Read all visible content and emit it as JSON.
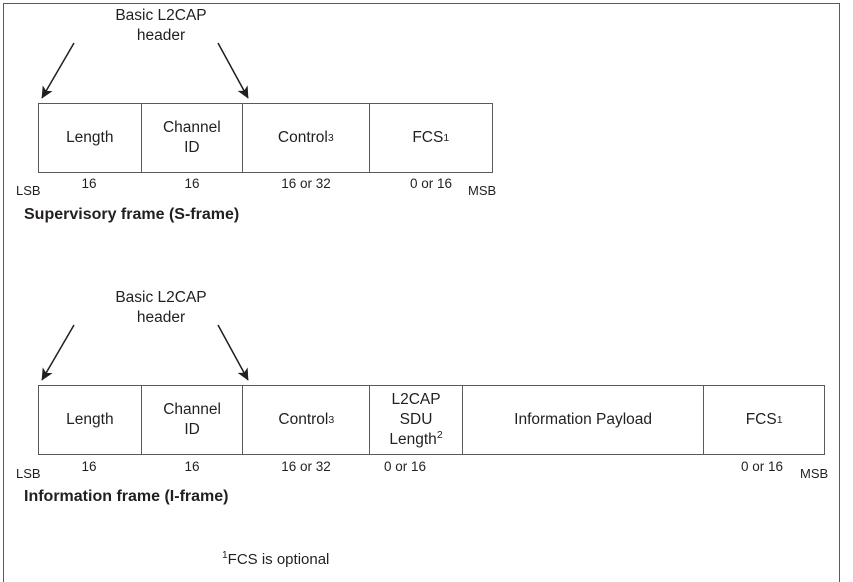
{
  "diagrams": [
    {
      "id": "s-frame",
      "callout": "Basic L2CAP\nheader",
      "caption": "Supervisory frame (S-frame)",
      "lsb_label": "LSB",
      "msb_label": "MSB",
      "cells": [
        {
          "name": "length",
          "text": "Length",
          "sup": "",
          "bits": "16"
        },
        {
          "name": "channel-id",
          "text": "Channel\nID",
          "sup": "",
          "bits": "16"
        },
        {
          "name": "control",
          "text": "Control",
          "sup": "3",
          "bits": "16 or 32"
        },
        {
          "name": "fcs",
          "text": "FCS",
          "sup": "1",
          "bits": "0 or 16"
        }
      ]
    },
    {
      "id": "i-frame",
      "callout": "Basic L2CAP\nheader",
      "caption": "Information frame (I-frame)",
      "lsb_label": "LSB",
      "msb_label": "MSB",
      "cells": [
        {
          "name": "length",
          "text": "Length",
          "sup": "",
          "bits": "16"
        },
        {
          "name": "channel-id",
          "text": "Channel\nID",
          "sup": "",
          "bits": "16"
        },
        {
          "name": "control",
          "text": "Control",
          "sup": "3",
          "bits": "16 or 32"
        },
        {
          "name": "l2cap-sdu-length",
          "text": "L2CAP\nSDU\nLength",
          "sup": "2",
          "bits": "0 or 16"
        },
        {
          "name": "information-payload",
          "text": "Information Payload",
          "sup": "",
          "bits": ""
        },
        {
          "name": "fcs",
          "text": "FCS",
          "sup": "1",
          "bits": "0 or 16"
        }
      ]
    }
  ],
  "footnote": {
    "marker": "1",
    "text": "FCS is optional"
  },
  "colors": {
    "line": "#58595b",
    "text": "#231f20",
    "background": "#ffffff"
  }
}
